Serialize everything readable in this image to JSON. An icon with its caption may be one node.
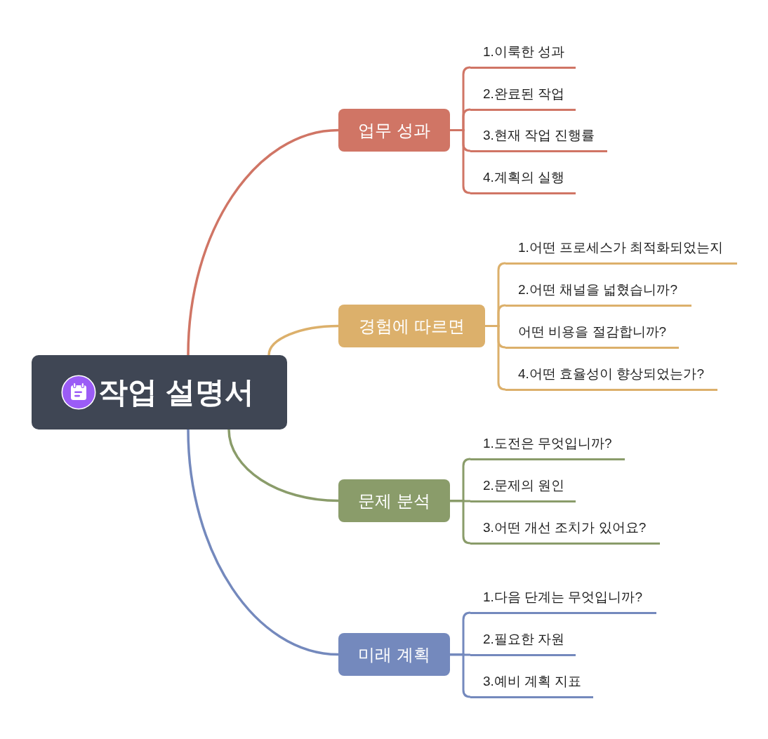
{
  "diagram": {
    "nodes": [
      {
        "text": [
          "작업 설명서"
        ]
      },
      {
        "text": [
          "업무 성과"
        ]
      },
      {
        "text": [
          "1.이룩한 성과"
        ]
      },
      {
        "text": [
          "2.완료된 작업"
        ]
      },
      {
        "text": [
          "3.현재 작업 진행률"
        ]
      },
      {
        "text": [
          "4.계획의 실행"
        ]
      },
      {
        "text": [
          "경험에 따르면"
        ]
      },
      {
        "text": [
          "1.어떤 프로세스가 최적화되었는지"
        ]
      },
      {
        "text": [
          "2.어떤 채널을 넓혔습니까?"
        ]
      },
      {
        "text": [
          "어떤 비용을 절감합니까?"
        ]
      },
      {
        "text": [
          "4.어떤 효율성이 향상되었는가?"
        ]
      },
      {
        "text": [
          "문제 분석"
        ]
      },
      {
        "text": [
          "1.도전은 무엇입니까?"
        ]
      },
      {
        "text": [
          "2.문제의 원인"
        ]
      },
      {
        "text": [
          "3.어떤 개선 조치가 있어요?"
        ]
      },
      {
        "text": [
          "미래 계획"
        ]
      },
      {
        "text": [
          "1.다음 단계는 무엇입니까?"
        ]
      },
      {
        "text": [
          "2.필요한 자원"
        ]
      },
      {
        "text": [
          "3.예비 계획 지표"
        ]
      }
    ],
    "edges": [
      {
        "from": 0,
        "to": 1,
        "arrow": "none",
        "color": "#d07565"
      },
      {
        "from": 1,
        "to": 2,
        "arrow": "none",
        "color": "#d07565"
      },
      {
        "from": 1,
        "to": 3,
        "arrow": "none",
        "color": "#d07565"
      },
      {
        "from": 1,
        "to": 4,
        "arrow": "none",
        "color": "#d07565"
      },
      {
        "from": 1,
        "to": 5,
        "arrow": "none",
        "color": "#d07565"
      },
      {
        "from": 0,
        "to": 6,
        "arrow": "none",
        "color": "#dcb06b"
      },
      {
        "from": 6,
        "to": 7,
        "arrow": "none",
        "color": "#dcb06b"
      },
      {
        "from": 6,
        "to": 8,
        "arrow": "none",
        "color": "#dcb06b"
      },
      {
        "from": 6,
        "to": 9,
        "arrow": "none",
        "color": "#dcb06b"
      },
      {
        "from": 6,
        "to": 10,
        "arrow": "none",
        "color": "#dcb06b"
      },
      {
        "from": 0,
        "to": 11,
        "arrow": "none",
        "color": "#8a9c6a"
      },
      {
        "from": 11,
        "to": 12,
        "arrow": "none",
        "color": "#8a9c6a"
      },
      {
        "from": 11,
        "to": 13,
        "arrow": "none",
        "color": "#8a9c6a"
      },
      {
        "from": 11,
        "to": 14,
        "arrow": "none",
        "color": "#8a9c6a"
      },
      {
        "from": 0,
        "to": 15,
        "arrow": "none",
        "color": "#7489bd"
      },
      {
        "from": 15,
        "to": 16,
        "arrow": "none",
        "color": "#7489bd"
      },
      {
        "from": 15,
        "to": 17,
        "arrow": "none",
        "color": "#7489bd"
      },
      {
        "from": 15,
        "to": 18,
        "arrow": "none",
        "color": "#7489bd"
      }
    ]
  }
}
